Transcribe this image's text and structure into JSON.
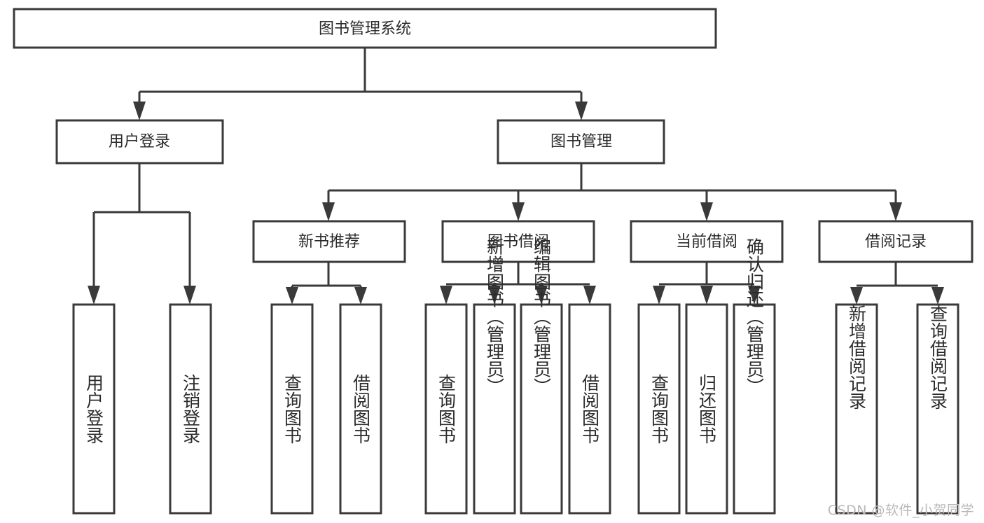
{
  "diagram": {
    "title": "图书管理系统",
    "type": "tree-hierarchy-diagram",
    "colors": {
      "background": "#ffffff",
      "box_fill": "#ffffff",
      "box_stroke": "#3a3a3a",
      "text": "#2b2b2b",
      "watermark": "#b9b9b9"
    },
    "root": {
      "label": "图书管理系统"
    },
    "level1": [
      {
        "label": "用户登录"
      },
      {
        "label": "图书管理"
      }
    ],
    "level2": [
      {
        "label": "新书推荐"
      },
      {
        "label": "图书借阅"
      },
      {
        "label": "当前借阅"
      },
      {
        "label": "借阅记录"
      }
    ],
    "leaves": {
      "user_login": [
        {
          "label": "用户登录"
        },
        {
          "label": "注销登录"
        }
      ],
      "new_book_recommend": [
        {
          "label": "查询图书"
        },
        {
          "label": "借阅图书"
        }
      ],
      "book_borrow": [
        {
          "label": "查询图书"
        },
        {
          "label": "新增图书（管理员）"
        },
        {
          "label": "编辑图书（管理员）"
        },
        {
          "label": "借阅图书"
        }
      ],
      "current_borrow": [
        {
          "label": "查询图书"
        },
        {
          "label": "归还图书"
        },
        {
          "label": "确认归还（管理员）"
        }
      ],
      "borrow_record": [
        {
          "label": "新增借阅记录"
        },
        {
          "label": "查询借阅记录"
        }
      ]
    },
    "watermark": "CSDN @软件_小贺同学"
  }
}
